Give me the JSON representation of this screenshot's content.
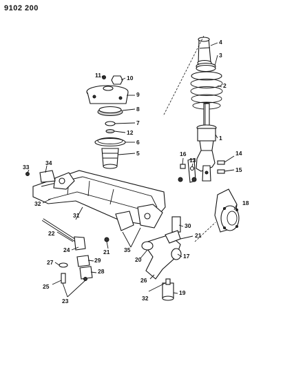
{
  "document_id": "9102 200",
  "callouts": [
    {
      "label": "4"
    },
    {
      "label": "3"
    },
    {
      "label": "2"
    },
    {
      "label": "1"
    },
    {
      "label": "11"
    },
    {
      "label": "10"
    },
    {
      "label": "9"
    },
    {
      "label": "8"
    },
    {
      "label": "7"
    },
    {
      "label": "12"
    },
    {
      "label": "6"
    },
    {
      "label": "5"
    },
    {
      "label": "16"
    },
    {
      "label": "13"
    },
    {
      "label": "14"
    },
    {
      "label": "15"
    },
    {
      "label": "33"
    },
    {
      "label": "34"
    },
    {
      "label": "32"
    },
    {
      "label": "31"
    },
    {
      "label": "18"
    },
    {
      "label": "22"
    },
    {
      "label": "21"
    },
    {
      "label": "30"
    },
    {
      "label": "21"
    },
    {
      "label": "24"
    },
    {
      "label": "35"
    },
    {
      "label": "17"
    },
    {
      "label": "20"
    },
    {
      "label": "27"
    },
    {
      "label": "29"
    },
    {
      "label": "25"
    },
    {
      "label": "28"
    },
    {
      "label": "26"
    },
    {
      "label": "23"
    },
    {
      "label": "19"
    },
    {
      "label": "32"
    }
  ]
}
